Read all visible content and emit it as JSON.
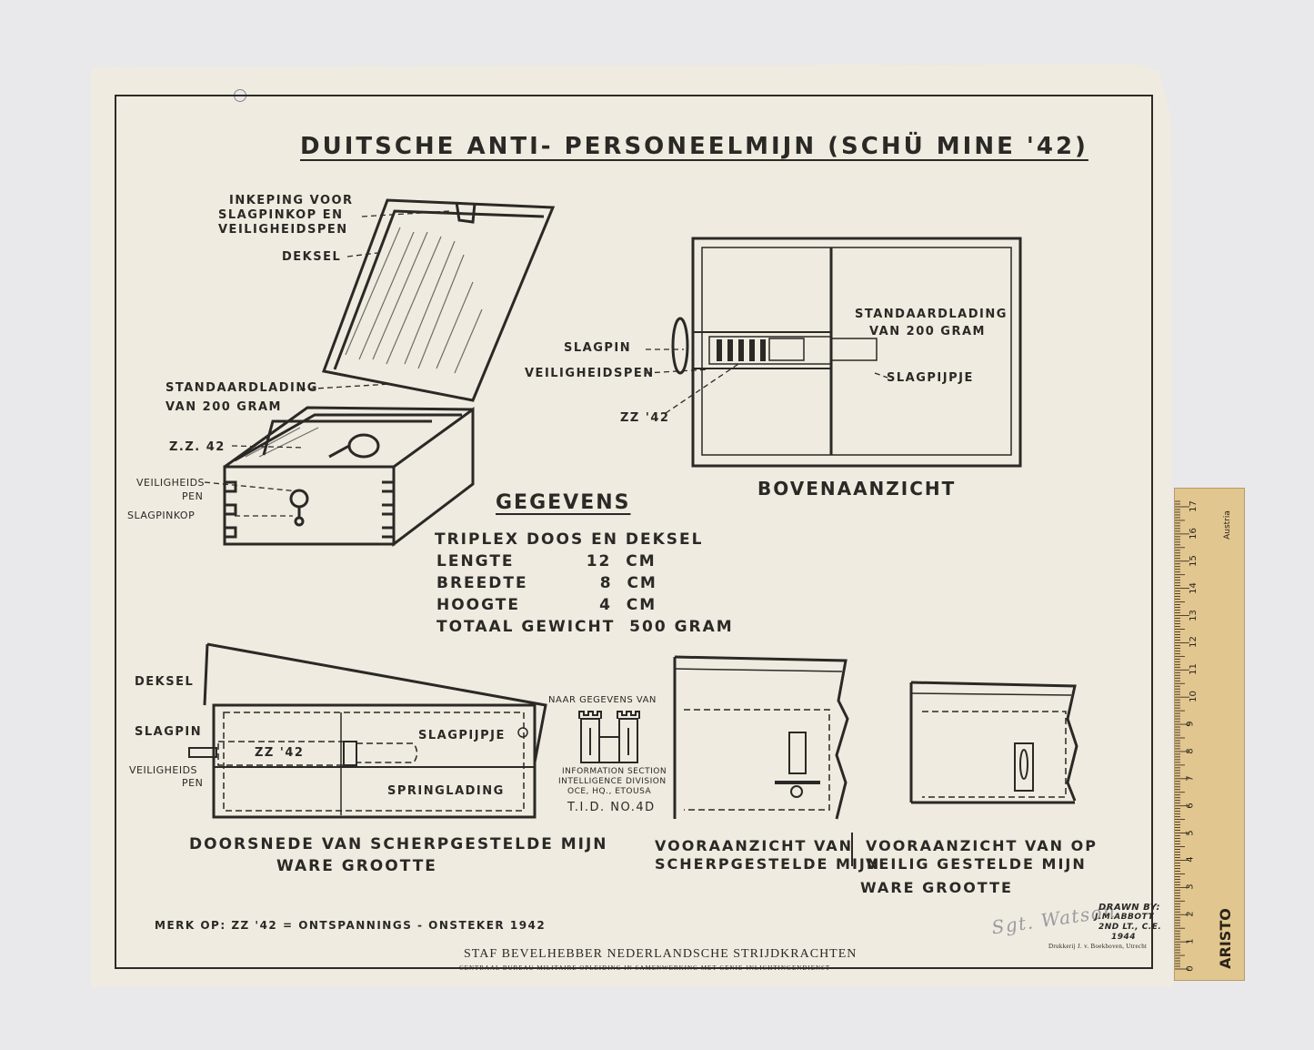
{
  "title": "DUITSCHE ANTI- PERSONEELMIJN (SCHÜ MINE '42)",
  "iso_labels": {
    "inkeping": [
      "INKEPING VOOR",
      "SLAGPINKOP EN",
      "VEILIGHEIDSPEN"
    ],
    "deksel": "DEKSEL",
    "standaardlading": [
      "STANDAARDLADING",
      "VAN 200 GRAM"
    ],
    "zz42": "Z.Z. 42",
    "veiligheidspen": [
      "VEILIGHEIDS",
      "PEN"
    ],
    "slagpinkop": "SLAGPINKOP"
  },
  "top_view": {
    "standaardlading": [
      "STANDAARDLADING",
      "VAN 200 GRAM"
    ],
    "slagpin": "SLAGPIN",
    "veiligheidspen": "VEILIGHEIDSPEN",
    "slagpijpje": "SLAGPIJPJE",
    "zz42": "ZZ '42",
    "caption": "BOVENAANZICHT"
  },
  "gegevens": {
    "heading": "GEGEVENS",
    "lines": [
      "TRIPLEX DOOS EN DEKSEL",
      "LENGTE          12  CM",
      "BREEDTE          8  CM",
      "HOOGTE           4  CM",
      "TOTAAL GEWICHT  500 GRAM"
    ]
  },
  "section": {
    "deksel": "DEKSEL",
    "slagpin": "SLAGPIN",
    "veiligheidspen": [
      "VEILIGHEIDS",
      "PEN"
    ],
    "zz42": "ZZ '42",
    "slagpijpje": "SLAGPIJPJE",
    "springlading": "SPRINGLADING",
    "caption": [
      "DOORSNEDE VAN SCHERPGESTELDE MIJN",
      "WARE GROOTTE"
    ]
  },
  "source": {
    "naar": "NAAR GEGEVENS VAN",
    "lines": [
      "INFORMATION SECTION",
      "INTELLIGENCE DIVISION",
      "OCE, HQ., ETOUSA"
    ],
    "tid": "T.I.D. NO.4D"
  },
  "front_views": {
    "armed": [
      "VOORAANZICHT VAN",
      "SCHERPGESTELDE MIJN"
    ],
    "safe": [
      "VOORAANZICHT VAN OP",
      "VEILIG GESTELDE MIJN"
    ],
    "scale": "WARE GROOTTE"
  },
  "note": "MERK OP: ZZ '42 = ONTSPANNINGS - ONSTEKER 1942",
  "signature": "Sgt. Watson",
  "drawn_by": [
    "DRAWN BY:",
    "J.M.ABBOTT",
    "2ND LT., C.E.",
    "1944"
  ],
  "footer": {
    "main": "STAF BEVELHEBBER NEDERLANDSCHE STRIJDKRACHTEN",
    "sub": "CENTRAAL BUREAU MILITAIRE OPLEIDING IN SAMENWERKING MET GENIE-INLICHTINGENDIENST",
    "printer": "Drukkerij J. v. Boekhoven, Utrecht"
  },
  "ruler": {
    "brand": "ARISTO",
    "country": "Austria",
    "numbers": [
      "0",
      "1",
      "2",
      "3",
      "4",
      "5",
      "6",
      "7",
      "8",
      "9",
      "10",
      "11",
      "12",
      "13",
      "14",
      "15",
      "16",
      "17"
    ]
  },
  "colors": {
    "paper": "#efebe0",
    "ink": "#2b2926",
    "ruler": "#e2c690",
    "background": "#e9e9eb"
  }
}
